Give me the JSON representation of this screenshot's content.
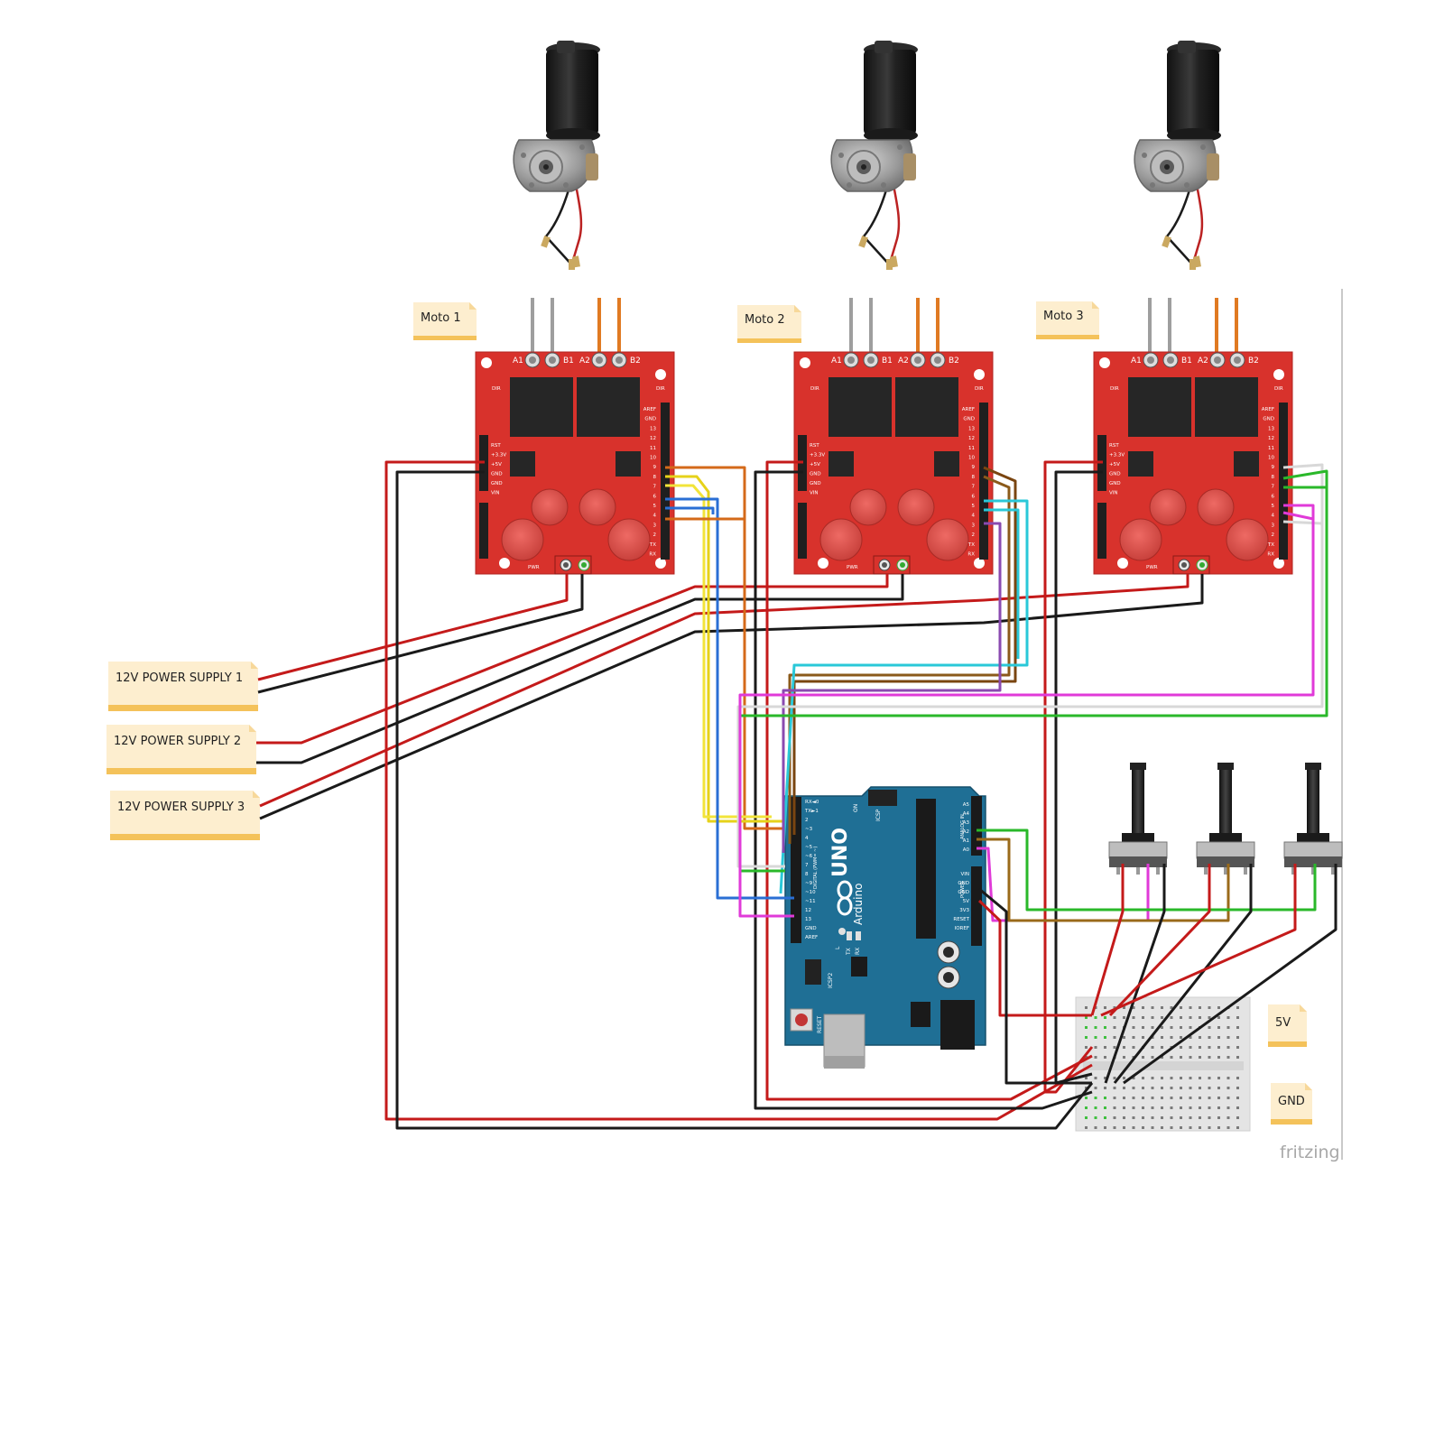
{
  "notes": {
    "moto1": "Moto 1",
    "moto2": "Moto 2",
    "moto3": "Moto 3",
    "psu1": "12V POWER SUPPLY 1",
    "psu2": "12V POWER SUPPLY 2",
    "psu3": "12V POWER SUPPLY 3",
    "v5": "5V",
    "gnd": "GND"
  },
  "driver": {
    "a1": "A1",
    "b1": "B1",
    "a2": "A2",
    "b2": "B2",
    "dir": "DIR",
    "pwr": "PWR",
    "left_pins": [
      "RST",
      "+3.3V",
      "+5V",
      "GND",
      "GND",
      "VIN"
    ],
    "right_pins": [
      "AREF",
      "GND",
      "13",
      "12",
      "11",
      "10",
      "9",
      "8",
      "7",
      "6",
      "5",
      "4",
      "3",
      "2",
      "TX",
      "RX"
    ]
  },
  "arduino": {
    "brand": "UNO",
    "name": "Arduino",
    "icsp": "ICSP",
    "icsp2": "ICSP2",
    "reset": "RESET",
    "on": "ON",
    "tx": "TX",
    "rx": "RX",
    "l": "L",
    "digital": "DIGITAL (PWM= ~)",
    "analog": "ANALOG IN",
    "power": "POWER",
    "digital_pins": [
      "RX◄0",
      "TX►1",
      "2",
      "~3",
      "4",
      "~5",
      "~6",
      "7",
      "8",
      "~9",
      "~10",
      "~11",
      "12",
      "13",
      "GND",
      "AREF"
    ],
    "analog_pins": [
      "A5",
      "A4",
      "A3",
      "A2",
      "A1",
      "A0"
    ],
    "power_pins": [
      "VIN",
      "GND",
      "GND",
      "5V",
      "3V3",
      "RESET",
      "IOREF"
    ]
  },
  "watermark": "fritzing",
  "colors": {
    "board_red": "#d8322c",
    "arduino_blue": "#1f6f95",
    "wire_red": "#c41a1a",
    "wire_black": "#1a1a1a",
    "note": "#fdeecf",
    "note_edge": "#f4c25a"
  }
}
